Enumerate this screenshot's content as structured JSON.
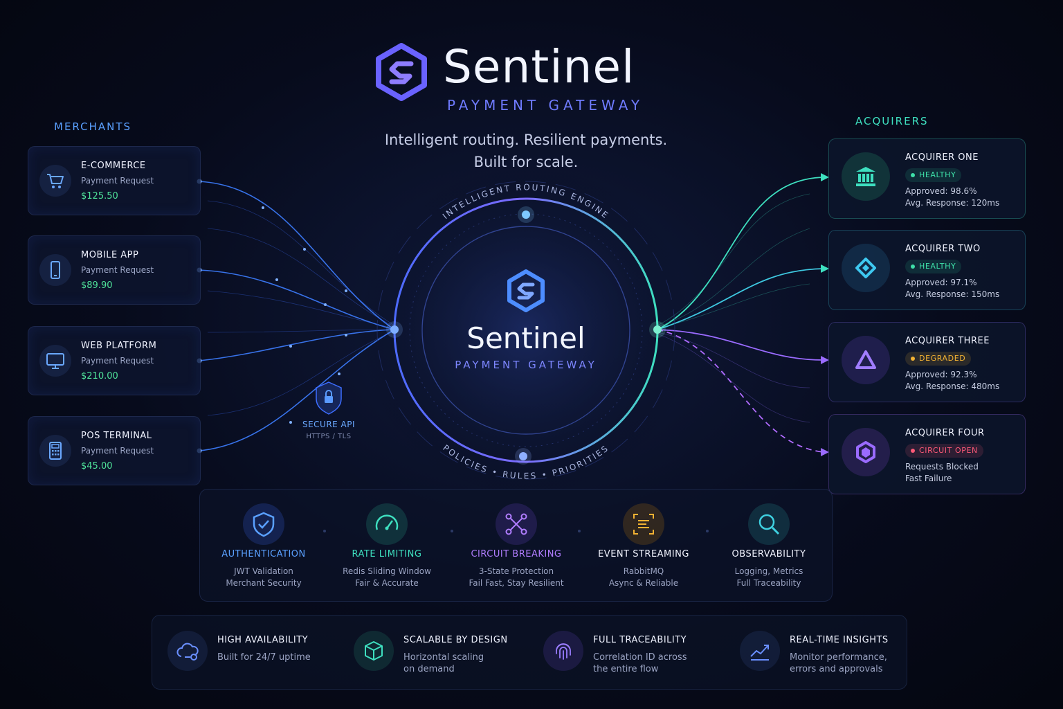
{
  "header": {
    "title": "Sentinel",
    "subtitle": "PAYMENT GATEWAY",
    "tagline_line1": "Intelligent routing. Resilient payments.",
    "tagline_line2": "Built for scale."
  },
  "merchants": {
    "label": "MERCHANTS",
    "items": [
      {
        "name": "E-COMMERCE",
        "type": "Payment Request",
        "amount": "$125.50",
        "icon": "shopping-cart-icon"
      },
      {
        "name": "MOBILE APP",
        "type": "Payment Request",
        "amount": "$89.90",
        "icon": "smartphone-icon"
      },
      {
        "name": "WEB PLATFORM",
        "type": "Payment Request",
        "amount": "$210.00",
        "icon": "monitor-icon"
      },
      {
        "name": "POS TERMINAL",
        "type": "Payment Request",
        "amount": "$45.00",
        "icon": "pos-terminal-icon"
      }
    ]
  },
  "acquirers": {
    "label": "ACQUIRERS",
    "items": [
      {
        "name": "ACQUIRER ONE",
        "status": "HEALTHY",
        "line1": "Approved: 98.6%",
        "line2": "Avg. Response: 120ms",
        "icon": "bank-icon",
        "color": "#3ee0a8"
      },
      {
        "name": "ACQUIRER TWO",
        "status": "HEALTHY",
        "line1": "Approved: 97.1%",
        "line2": "Avg. Response: 150ms",
        "icon": "diamond-icon",
        "color": "#3ee0a8"
      },
      {
        "name": "ACQUIRER THREE",
        "status": "DEGRADED",
        "line1": "Approved: 92.3%",
        "line2": "Avg. Response: 480ms",
        "icon": "triangle-icon",
        "color": "#f2b233"
      },
      {
        "name": "ACQUIRER FOUR",
        "status": "CIRCUIT OPEN",
        "line1": "Requests Blocked",
        "line2": "Fast Failure",
        "icon": "hexagon-icon",
        "color": "#ff5a78"
      }
    ]
  },
  "engine": {
    "title": "Sentinel",
    "subtitle": "PAYMENT GATEWAY",
    "ring_top": "INTELLIGENT ROUTING ENGINE",
    "ring_bottom": "POLICIES  •  RULES  •  PRIORITIES"
  },
  "secure_api": {
    "title": "SECURE API",
    "subtitle": "HTTPS / TLS"
  },
  "features": [
    {
      "title": "AUTHENTICATION",
      "line1": "JWT Validation",
      "line2": "Merchant Security",
      "icon": "shield-check-icon",
      "color": "#5aa0ff"
    },
    {
      "title": "RATE LIMITING",
      "line1": "Redis Sliding Window",
      "line2": "Fair & Accurate",
      "icon": "speedometer-icon",
      "color": "#3ee0c0"
    },
    {
      "title": "CIRCUIT BREAKING",
      "line1": "3-State Protection",
      "line2": "Fail Fast, Stay Resilient",
      "icon": "circuit-nodes-icon",
      "color": "#b07dff"
    },
    {
      "title": "EVENT STREAMING",
      "line1": "RabbitMQ",
      "line2": "Async & Reliable",
      "icon": "event-stream-icon",
      "color": "#f2f4ff"
    },
    {
      "title": "OBSERVABILITY",
      "line1": "Logging, Metrics",
      "line2": "Full Traceability",
      "icon": "magnifier-icon",
      "color": "#f2f4ff"
    }
  ],
  "benefits": [
    {
      "title": "HIGH AVAILABILITY",
      "line1": "Built for 24/7 uptime",
      "line2": "",
      "icon": "cloud-icon"
    },
    {
      "title": "SCALABLE BY DESIGN",
      "line1": "Horizontal scaling",
      "line2": "on demand",
      "icon": "cube-icon"
    },
    {
      "title": "FULL TRACEABILITY",
      "line1": "Correlation ID across",
      "line2": "the entire flow",
      "icon": "fingerprint-icon"
    },
    {
      "title": "REAL-TIME INSIGHTS",
      "line1": "Monitor performance,",
      "line2": "errors and approvals",
      "icon": "trend-chart-icon"
    }
  ],
  "colors": {
    "accent_blue": "#4d8dff",
    "accent_violet": "#7d6bff",
    "accent_teal": "#3ee0c0",
    "amount_green": "#4fe39a",
    "degraded": "#f2b233",
    "circuit_open": "#ff5a78"
  }
}
